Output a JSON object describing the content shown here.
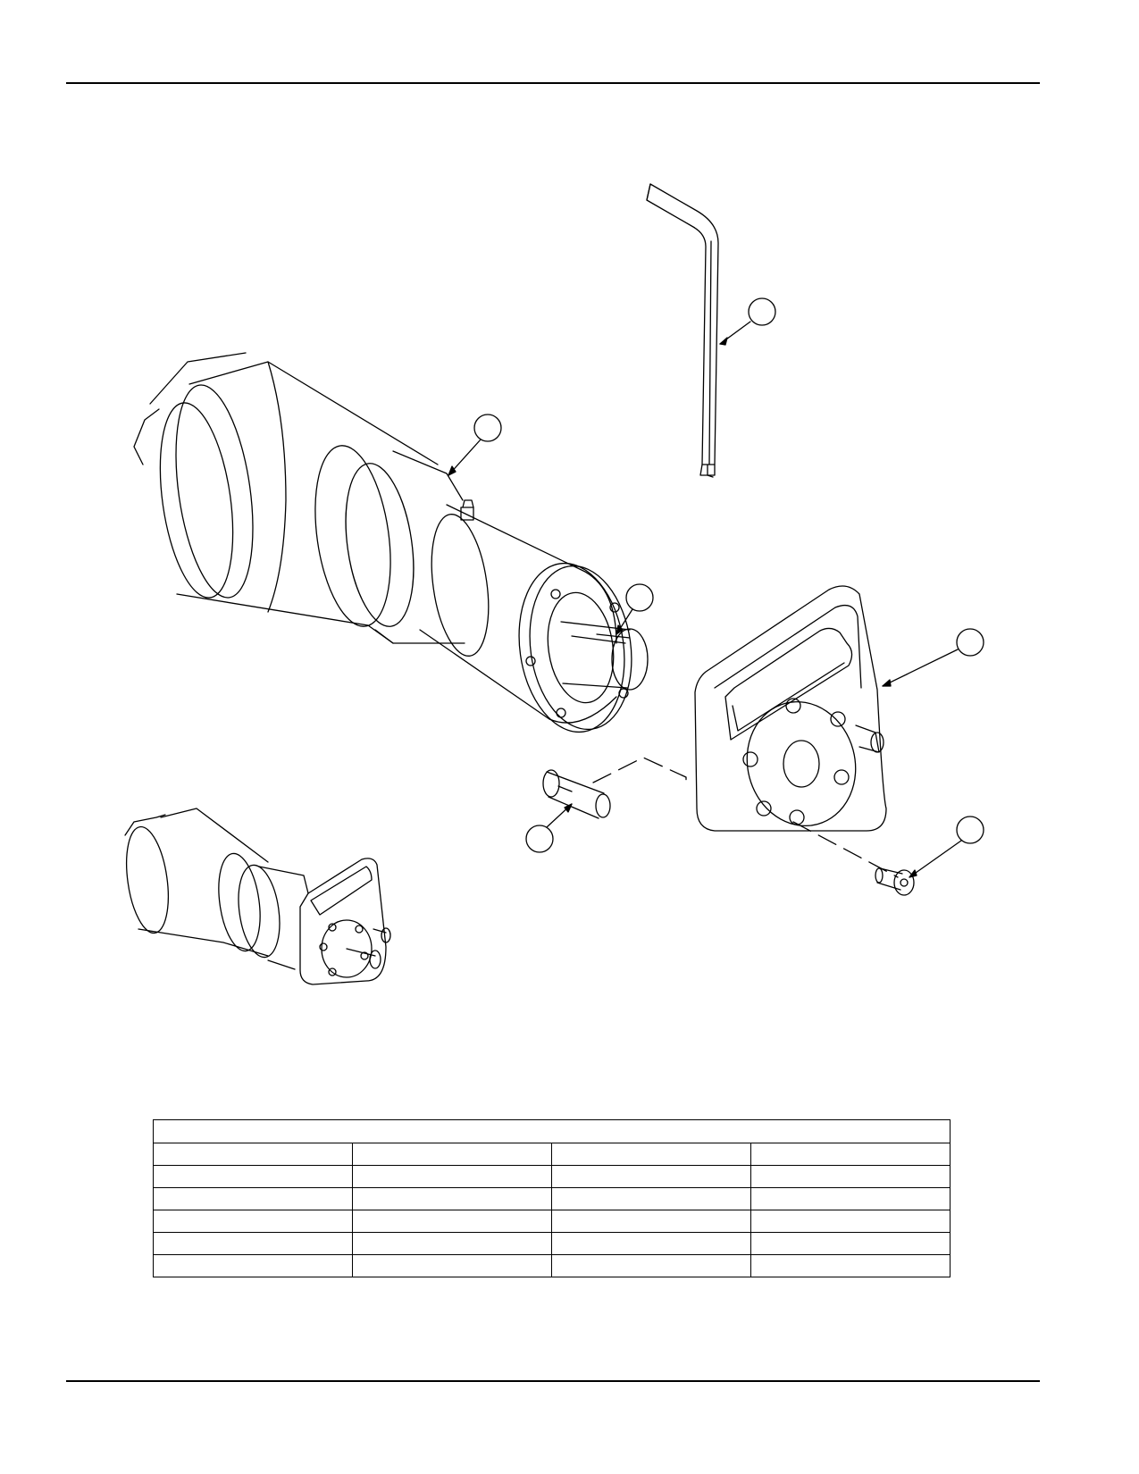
{
  "page": {
    "title": "",
    "footer": ""
  },
  "figure": {
    "callouts": [
      {
        "id": "callout-hex-key",
        "label": ""
      },
      {
        "id": "callout-gear-collar",
        "label": ""
      },
      {
        "id": "callout-shaft",
        "label": ""
      },
      {
        "id": "callout-mounting-plate",
        "label": ""
      },
      {
        "id": "callout-pin",
        "label": ""
      },
      {
        "id": "callout-screw",
        "label": ""
      }
    ]
  },
  "parts_table": {
    "title": "",
    "headers": [
      "",
      "",
      "",
      ""
    ],
    "rows": [
      [
        "",
        "",
        "",
        ""
      ],
      [
        "",
        "",
        "",
        ""
      ],
      [
        "",
        "",
        "",
        ""
      ],
      [
        "",
        "",
        "",
        ""
      ],
      [
        "",
        "",
        "",
        ""
      ]
    ]
  }
}
